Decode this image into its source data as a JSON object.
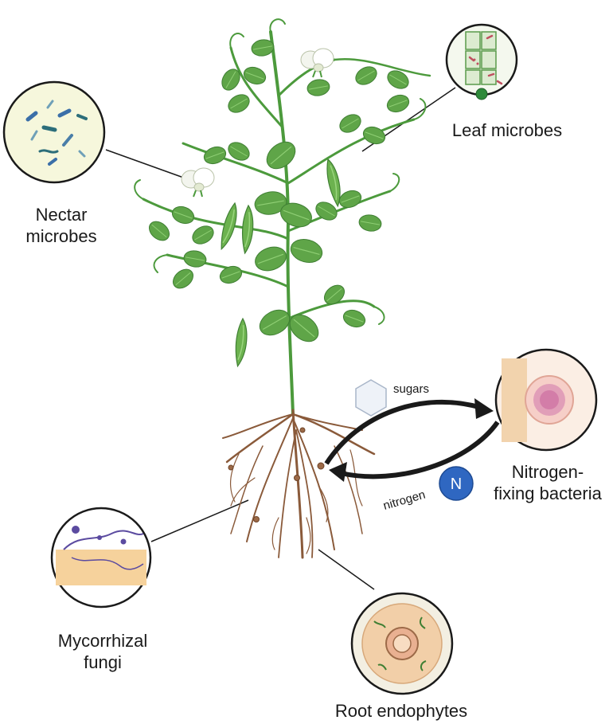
{
  "labels": {
    "leaf": "Leaf microbes",
    "nectar_line1": "Nectar",
    "nectar_line2": "microbes",
    "nitrogen_line1": "Nitrogen-",
    "nitrogen_line2": "fixing bacteria",
    "myco_line1": "Mycorrhizal",
    "myco_line2": "fungi",
    "endo": "Root endophytes"
  },
  "arrows": {
    "sugars": "sugars",
    "nitrogen": "nitrogen",
    "nitrogen_symbol": "N"
  },
  "colors": {
    "leaf": "#5fa548",
    "leaf_dark": "#3f7f33",
    "stem": "#4c9a3c",
    "root": "#8a5a3a",
    "nitrogen_badge": "#2f67c1",
    "arrow": "#1a1a1a"
  }
}
